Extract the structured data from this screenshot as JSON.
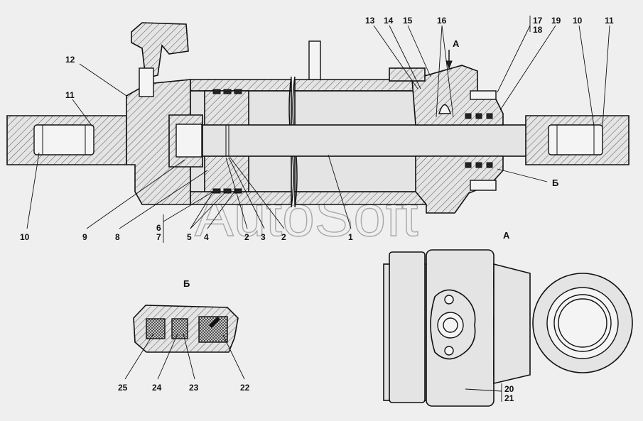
{
  "title": "",
  "watermark": "AutoSoft",
  "views": {
    "section_a": "А",
    "section_b": "Б",
    "arrow_a": "А",
    "leader_b": "Б"
  },
  "callouts_top": {
    "c13": "13",
    "c14": "14",
    "c15": "15",
    "c16": "16",
    "c17": "17",
    "c18": "18",
    "c19": "19",
    "c10": "10",
    "c11": "11"
  },
  "callouts_left": {
    "c12": "12",
    "c11": "11"
  },
  "callouts_bottom": {
    "c10": "10",
    "c9": "9",
    "c8": "8",
    "c6": "6",
    "c7": "7",
    "c5": "5",
    "c4": "4",
    "c2a": "2",
    "c3": "3",
    "c2b": "2",
    "c1": "1"
  },
  "callouts_b_view": {
    "c25": "25",
    "c24": "24",
    "c23": "23",
    "c22": "22"
  },
  "callouts_a_view": {
    "c20": "20",
    "c21": "21"
  }
}
